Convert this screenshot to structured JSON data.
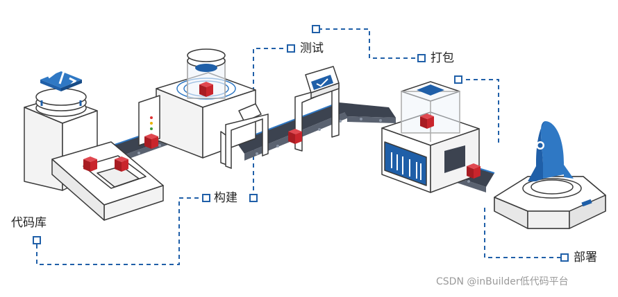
{
  "stages": [
    {
      "id": "repo",
      "label": "代码库"
    },
    {
      "id": "build",
      "label": "构建"
    },
    {
      "id": "test",
      "label": "测试"
    },
    {
      "id": "package",
      "label": "打包"
    },
    {
      "id": "deploy",
      "label": "部署"
    }
  ],
  "watermark": "CSDN @inBuilder低代码平台",
  "colors": {
    "accent": "#1f5fa8",
    "accent_light": "#2f78c4",
    "box_red": "#c9252c",
    "belt": "#3c4350",
    "machine_fill": "#ffffff",
    "machine_stroke": "#3a3a3a",
    "connector": "#1f5fa8"
  },
  "icons": [
    "code-icon",
    "checkmark-icon",
    "rocket-icon"
  ]
}
